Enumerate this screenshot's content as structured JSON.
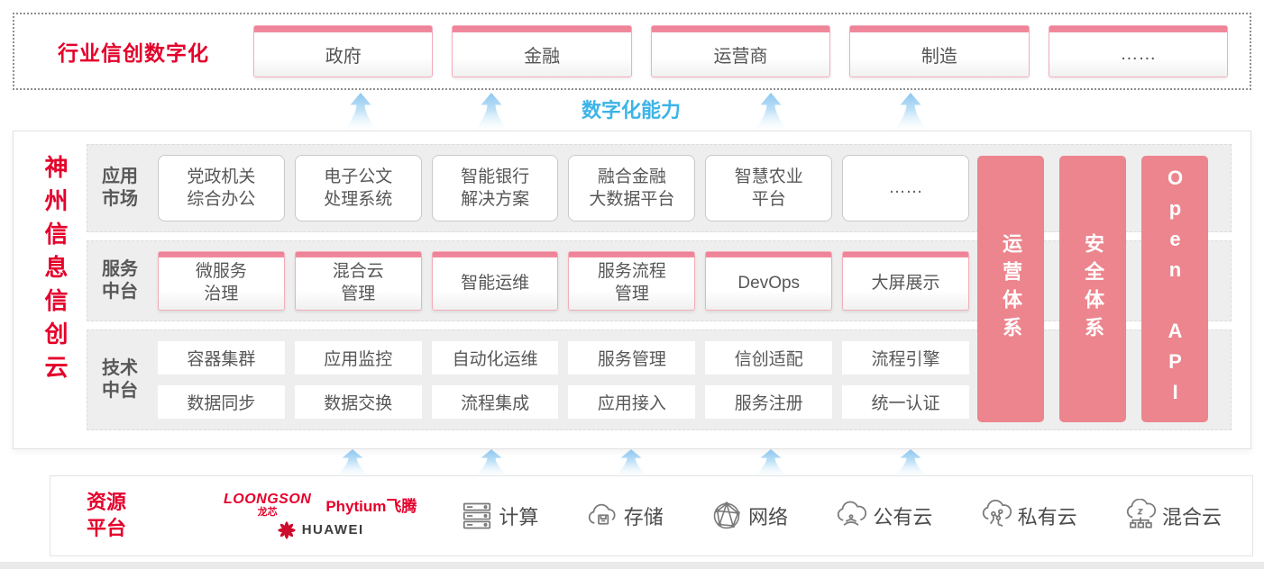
{
  "top": {
    "title": "行业信创数字化",
    "industries": [
      "政府",
      "金融",
      "运营商",
      "制造",
      "……"
    ]
  },
  "capability": {
    "label": "数字化能力"
  },
  "platform": {
    "side_title": "神州信息信创云",
    "rows": {
      "apps": {
        "label": "应用市场",
        "items": [
          "党政机关\n综合办公",
          "电子公文\n处理系统",
          "智能银行\n解决方案",
          "融合金融\n大数据平台",
          "智慧农业\n平台",
          "……"
        ]
      },
      "services": {
        "label": "服务中台",
        "items": [
          "微服务\n治理",
          "混合云\n管理",
          "智能运维",
          "服务流程\n管理",
          "DevOps",
          "大屏展示"
        ]
      },
      "tech": {
        "label": "技术中台",
        "items_top": [
          "容器集群",
          "应用监控",
          "自动化运维",
          "服务管理",
          "信创适配",
          "流程引擎"
        ],
        "items_bottom": [
          "数据同步",
          "数据交换",
          "流程集成",
          "应用接入",
          "服务注册",
          "统一认证"
        ]
      }
    },
    "pillars": [
      "运营体系",
      "安全体系",
      "Open API"
    ]
  },
  "resources": {
    "label": "资源平台",
    "vendors": {
      "loongson": "LOONGSON",
      "loongson_sub": "龙芯",
      "phytium": "Phytium飞腾",
      "huawei": "HUAWEI"
    },
    "items": [
      {
        "icon": "compute-icon",
        "label": "计算"
      },
      {
        "icon": "storage-icon",
        "label": "存储"
      },
      {
        "icon": "network-icon",
        "label": "网络"
      },
      {
        "icon": "public-cloud-icon",
        "label": "公有云"
      },
      {
        "icon": "private-cloud-icon",
        "label": "私有云"
      },
      {
        "icon": "hybrid-cloud-icon",
        "label": "混合云"
      }
    ]
  },
  "colors": {
    "brand_red": "#e4002b",
    "pillar_pink": "#ec858d",
    "capability_blue": "#3cb4e8",
    "box_border_pink": "#f2aeb9",
    "text_dark": "#575757"
  }
}
